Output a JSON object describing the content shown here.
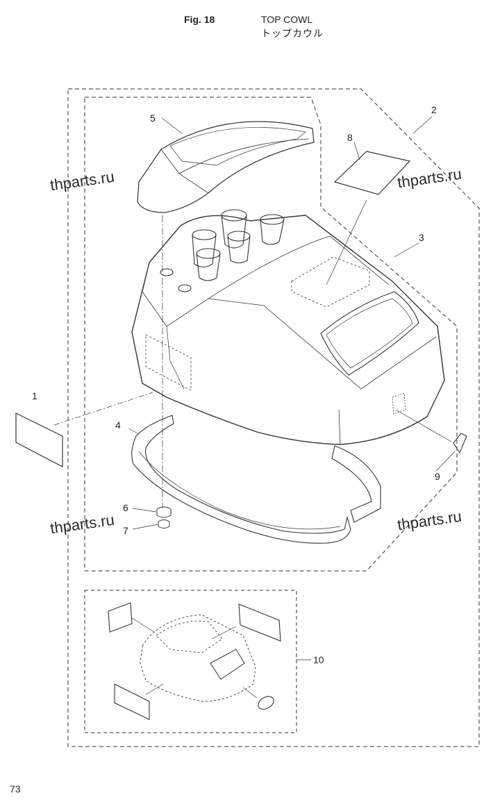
{
  "header": {
    "figure_label": "Fig. 18",
    "title": "TOP COWL",
    "title_jp": "トップカウル"
  },
  "watermarks": [
    "thparts.ru",
    "thparts.ru",
    "thparts.ru",
    "thparts.ru"
  ],
  "callouts": [
    "1",
    "2",
    "3",
    "4",
    "5",
    "6",
    "7",
    "8",
    "9",
    "10"
  ],
  "page_number": "73",
  "colors": {
    "line": "#333333",
    "ink": "#222222",
    "background": "#ffffff"
  }
}
